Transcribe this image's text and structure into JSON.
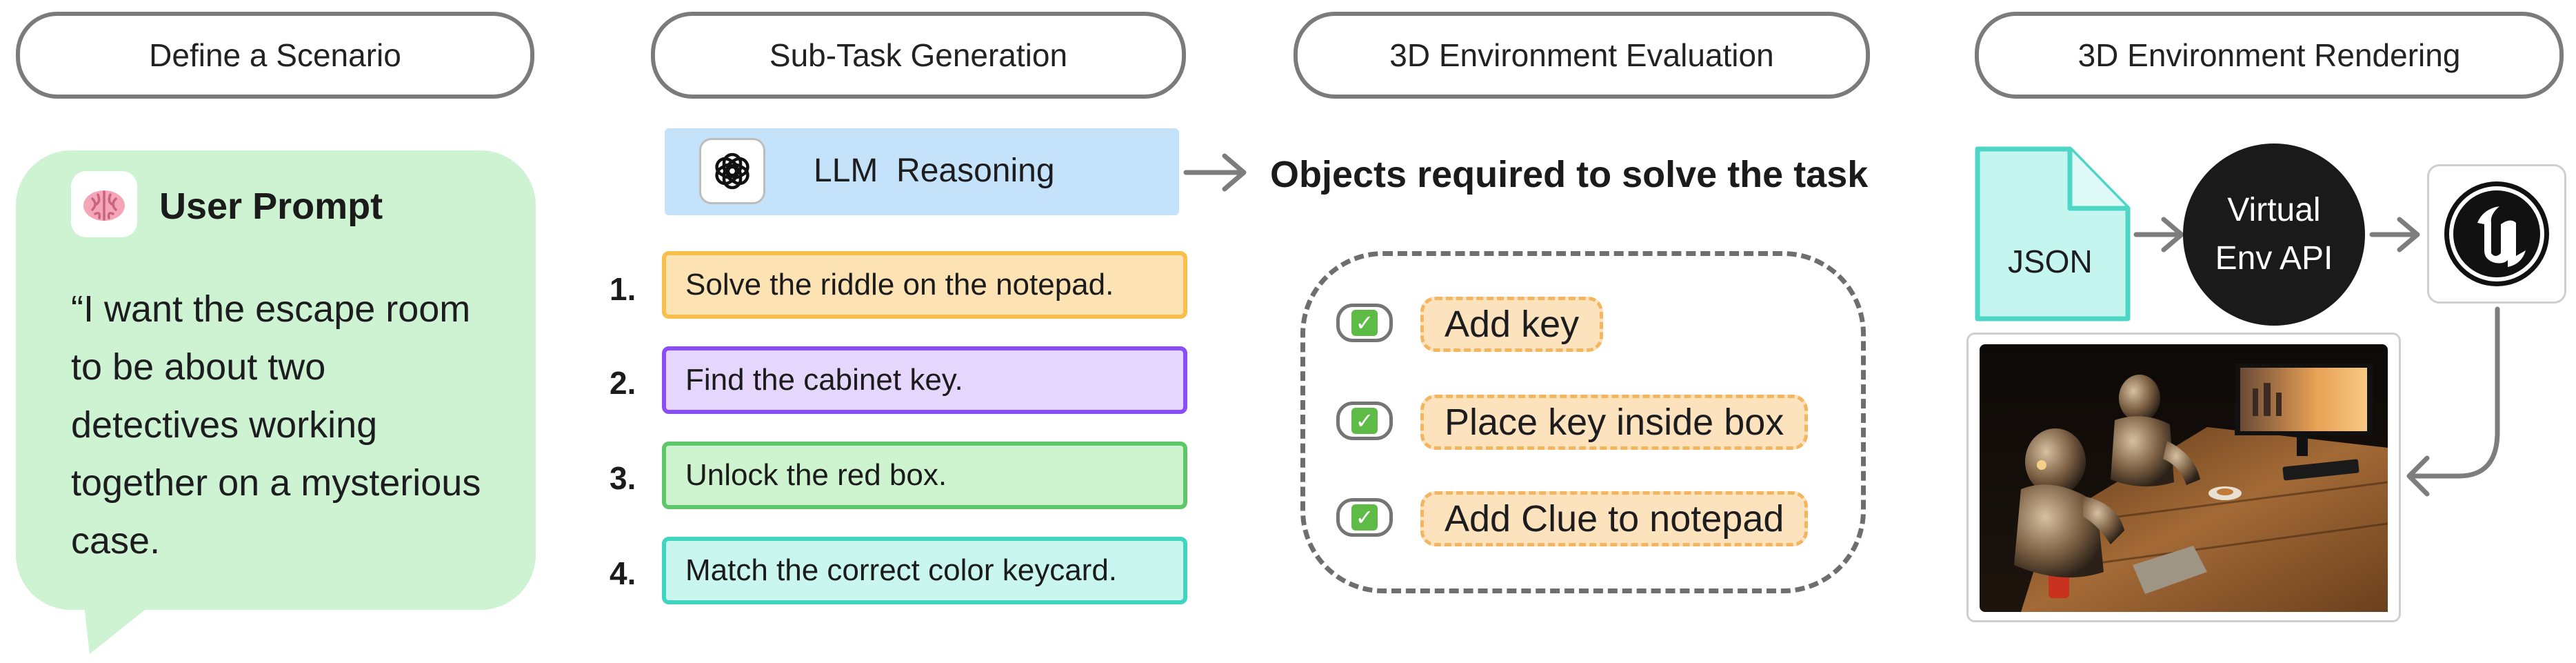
{
  "headers": {
    "scenario": "Define a Scenario",
    "subtask": "Sub-Task Generation",
    "evaluation": "3D Environment Evaluation",
    "rendering": "3D Environment Rendering"
  },
  "prompt": {
    "title": "User Prompt",
    "icon": "brain-icon",
    "text_lines": [
      "“I want the escape room",
      "to be about two",
      "detectives working",
      "together on a mysterious",
      "case."
    ]
  },
  "llm": {
    "label": "LLM  Reasoning",
    "icon": "openai-logo-icon"
  },
  "objects_heading": "Objects required to solve the task",
  "tasks": [
    {
      "num": "1.",
      "text": "Solve the riddle on the notepad.",
      "fill": "#fde3b4",
      "border": "#f6c04a"
    },
    {
      "num": "2.",
      "text": "Find the cabinet key.",
      "fill": "#e4d6fc",
      "border": "#8b4ef2"
    },
    {
      "num": "3.",
      "text": "Unlock the red box.",
      "fill": "#cdf3cf",
      "border": "#5dc76a"
    },
    {
      "num": "4.",
      "text": "Match the correct color keycard.",
      "fill": "#c9f6ef",
      "border": "#40d4c1"
    }
  ],
  "objects": [
    {
      "text": "Add key"
    },
    {
      "text": "Place key inside box"
    },
    {
      "text": "Add Clue to notepad"
    }
  ],
  "rendering": {
    "json_label": "JSON",
    "api_lines": [
      "Virtual",
      "Env API"
    ],
    "engine_icon": "unreal-engine-logo-icon",
    "scene_image": "robot-detectives-scene"
  },
  "colors": {
    "prompt_bg": "#cdf3d2",
    "llm_bg": "#c4e3fb",
    "json_bg": "#c5f5ef",
    "json_border": "#4dd6c6",
    "arrow": "#7d7d7d"
  }
}
